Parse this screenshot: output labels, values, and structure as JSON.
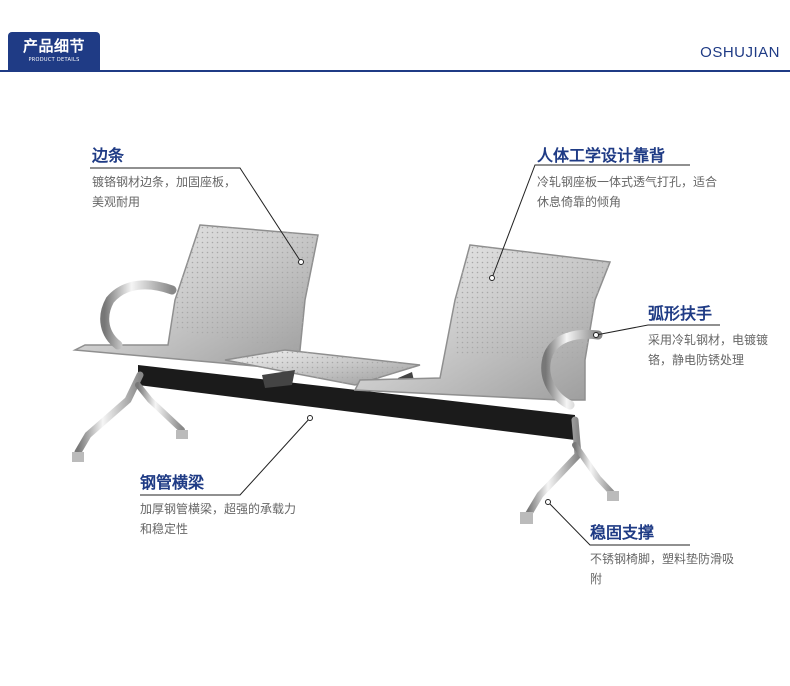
{
  "header": {
    "badge_title": "产品细节",
    "badge_subtitle": "PRODUCT DETAILS",
    "brand": "OSHUJIAN"
  },
  "callouts": {
    "edge": {
      "title": "边条",
      "desc": "镀铬钢材边条，加固座板，美观耐用"
    },
    "backrest": {
      "title": "人体工学设计靠背",
      "desc": "冷轧钢座板一体式透气打孔，适合休息倚靠的倾角"
    },
    "armrest": {
      "title": "弧形扶手",
      "desc": "采用冷轧钢材，电镀镀铬，静电防锈处理"
    },
    "beam": {
      "title": "钢管横梁",
      "desc": "加厚钢管横梁，超强的承载力和稳定性"
    },
    "support": {
      "title": "稳固支撑",
      "desc": "不锈钢椅脚，塑料垫防滑吸附"
    }
  },
  "colors": {
    "accent": "#1f3b85",
    "text_gray": "#666666"
  }
}
